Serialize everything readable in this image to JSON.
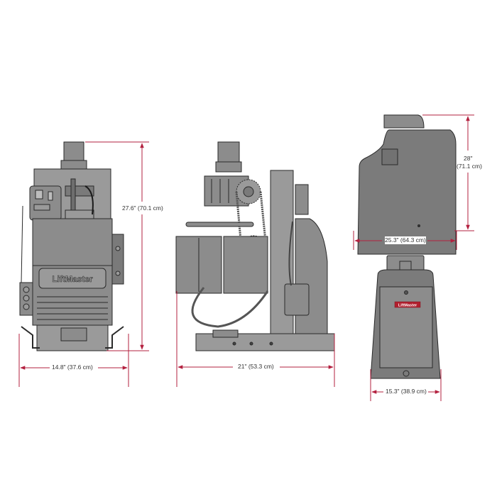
{
  "diagram": {
    "type": "product-dimension-drawing",
    "brand_label": "LiftMaster",
    "colors": {
      "dimension_line": "#b3203f",
      "body_fill": "#8c8c8c",
      "body_fill_dark": "#6e6e6e",
      "outline": "#2a2a2a",
      "badge_red": "#b11f2e"
    },
    "views": {
      "front": {
        "height_label": "27.6\" (70.1 cm)",
        "width_label": "14.8\" (37.6 cm)",
        "logo": "LiftMaster"
      },
      "side": {
        "width_label": "21\" (53.3 cm)"
      },
      "cover_side": {
        "height_label_line1": "28\"",
        "height_label_line2": "(71.1 cm)",
        "width_label": "25.3\" (64.3 cm)"
      },
      "cover_front": {
        "width_label": "15.3\" (38.9 cm)",
        "badge": "LiftMaster"
      }
    }
  }
}
